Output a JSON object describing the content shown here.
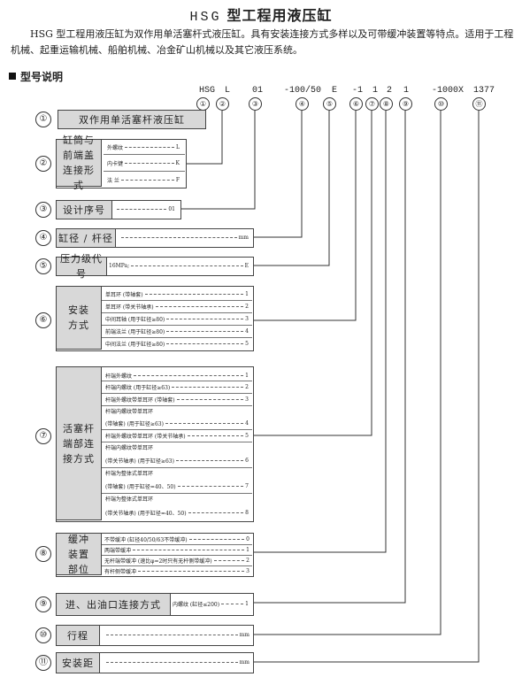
{
  "title": {
    "latin": "HSG",
    "cn": "型工程用液压缸"
  },
  "intro": "HSG 型工程用液压缸为双作用单活塞杆式液压缸。具有安装连接方式多样以及可带缓冲装置等特点。适用于工程机械、起重运输机械、船舶机械、冶金矿山机械以及其它液压系统。",
  "section_heading": "型号说明",
  "code_parts": [
    "HSG",
    "L",
    "01",
    "-100/50",
    "E",
    "-1",
    "1",
    "2",
    "1",
    "-1000X",
    "1377"
  ],
  "circle_marks": [
    "①",
    "②",
    "③",
    "④",
    "⑤",
    "⑥",
    "⑦",
    "⑧",
    "⑨",
    "⑩",
    "⑪"
  ],
  "rows": [
    {
      "num": "①",
      "label": "双作用单活塞杆液压缸",
      "options": []
    },
    {
      "num": "②",
      "label": "缸筒与前端盖连接形式",
      "options": [
        {
          "text": "外螺纹",
          "code": "L"
        },
        {
          "text": "内卡键",
          "code": "K"
        },
        {
          "text": "法 兰",
          "code": "F"
        }
      ]
    },
    {
      "num": "③",
      "label": "设计序号",
      "options": [
        {
          "text": "",
          "code": "01"
        }
      ]
    },
    {
      "num": "④",
      "label": "缸径 / 杆径",
      "options": [
        {
          "text": "",
          "code": "mm"
        }
      ]
    },
    {
      "num": "⑤",
      "label": "压力级代号",
      "options": [
        {
          "text": "16MPa;",
          "code": "E"
        }
      ]
    },
    {
      "num": "⑥",
      "label": "安装方式",
      "options": [
        {
          "text": "单耳环 (带轴套)",
          "code": "1"
        },
        {
          "text": "单耳环 (带关节轴承)",
          "code": "2"
        },
        {
          "text": "中间耳轴 (用于缸径≥80)",
          "code": "3"
        },
        {
          "text": "前端法兰 (用于缸径≥80)",
          "code": "4"
        },
        {
          "text": "中间法兰 (用于缸径≥80)",
          "code": "5"
        }
      ]
    },
    {
      "num": "⑦",
      "label": "活塞杆端部连接方式",
      "options": [
        {
          "lines": [
            "杆端外螺纹"
          ],
          "code": "1"
        },
        {
          "lines": [
            "杆端内螺纹 (用于缸径≥63)"
          ],
          "code": "2"
        },
        {
          "lines": [
            "杆端外螺纹带单耳环 (带轴套)"
          ],
          "code": "3"
        },
        {
          "lines": [
            "杆端内螺纹带单耳环",
            "(带轴套) (用于缸径≥63)"
          ],
          "code": "4"
        },
        {
          "lines": [
            "杆端外螺纹带单耳环 (带关节轴承)"
          ],
          "code": "5"
        },
        {
          "lines": [
            "杆端内螺纹带单耳环",
            "(带关节轴承) (用于缸径≥63)"
          ],
          "code": "6"
        },
        {
          "lines": [
            "杆端为整体式单耳环",
            "(带轴套) (用于缸径=40、50)"
          ],
          "code": "7"
        },
        {
          "lines": [
            "杆端为整体式单耳环",
            "(带关节轴承) (用于缸径=40、50)"
          ],
          "code": "8"
        }
      ]
    },
    {
      "num": "⑧",
      "label": "缓冲装置部位",
      "options": [
        {
          "text": "不带缓冲 (缸径40/50/63不带缓冲)",
          "code": "0"
        },
        {
          "text": "两端带缓冲",
          "code": "1"
        },
        {
          "text": "无杆端带缓冲 (速比φ=2时只有无杆侧带缓冲)",
          "code": "2"
        },
        {
          "text": "有杆侧带缓冲",
          "code": "3"
        }
      ]
    },
    {
      "num": "⑨",
      "label": "进、出油口连接方式",
      "options": [
        {
          "text": "内螺纹 (缸径≤200)",
          "code": "1"
        }
      ]
    },
    {
      "num": "⑩",
      "label": "行程",
      "options": [
        {
          "text": "",
          "code": "mm"
        }
      ]
    },
    {
      "num": "⑪",
      "label": "安装距",
      "options": [
        {
          "text": "",
          "code": "mm"
        }
      ]
    }
  ]
}
